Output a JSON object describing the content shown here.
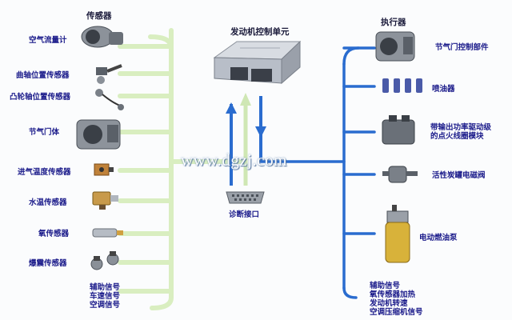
{
  "headers": {
    "sensors": "传感器",
    "ecu": "发动机控制单元",
    "actuators": "执行器"
  },
  "sensors": [
    "空气流量计",
    "曲轴位置传感器",
    "凸轮轴位置传感器",
    "节气门体",
    "进气温度传感器",
    "水温传感器",
    "氧传感器",
    "爆震传感器"
  ],
  "sensor_footer": "辅助信号\n车速信号\n空调信号",
  "actuators": [
    "节气门控制部件",
    "喷油器",
    "带输出功率驱动级\n的点火线圈模块",
    "活性炭罐电磁阀",
    "电动燃油泵"
  ],
  "actuator_footer": "辅助信号\n氧传感器加热\n发动机转速\n空调压缩机信号",
  "diagnostic": "诊断接口",
  "watermark": "www.dgzj.com",
  "colors": {
    "sensor_line": "#d9eec0",
    "actuator_line": "#2a6ccf",
    "label": "#1a1a8a"
  }
}
